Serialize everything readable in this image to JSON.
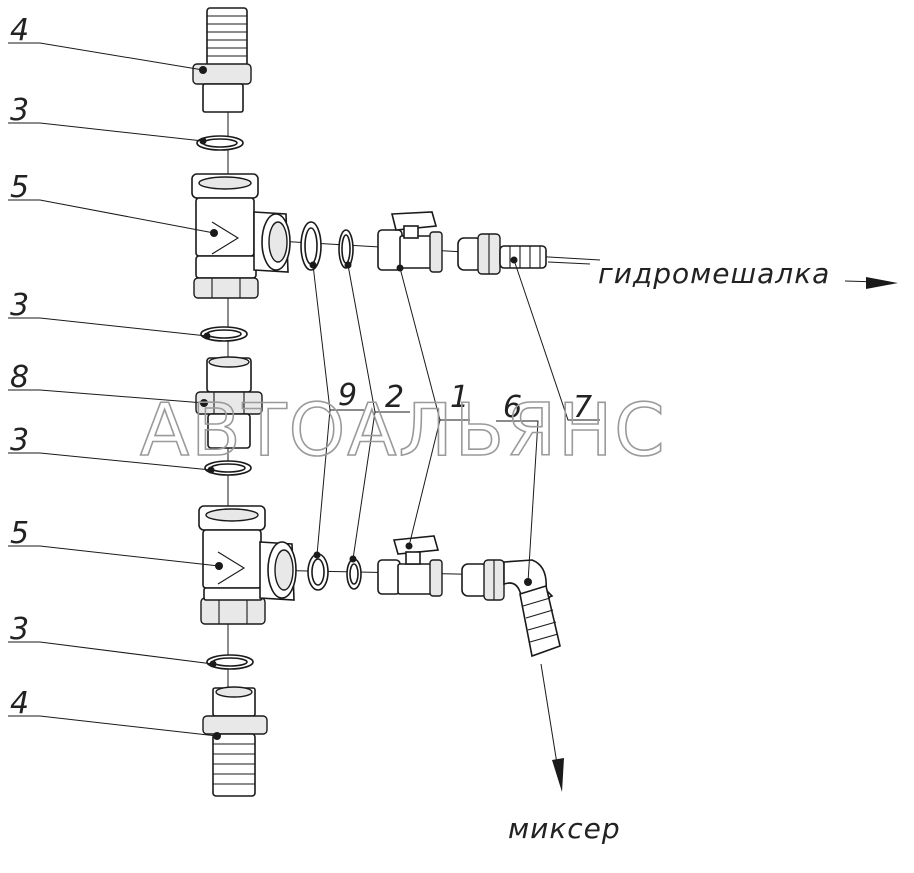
{
  "labels": {
    "p4_top": "4",
    "p3_a": "3",
    "p5_top": "5",
    "p3_b": "3",
    "p8": "8",
    "p3_c": "3",
    "p5_bottom": "5",
    "p3_d": "3",
    "p4_bottom": "4",
    "p9": "9",
    "p2": "2",
    "p1": "1",
    "p6": "6",
    "p7": "7"
  },
  "flows": {
    "right": "гидромешалка",
    "down": "миксер"
  },
  "watermark": "АВТОАЛЬЯНС"
}
